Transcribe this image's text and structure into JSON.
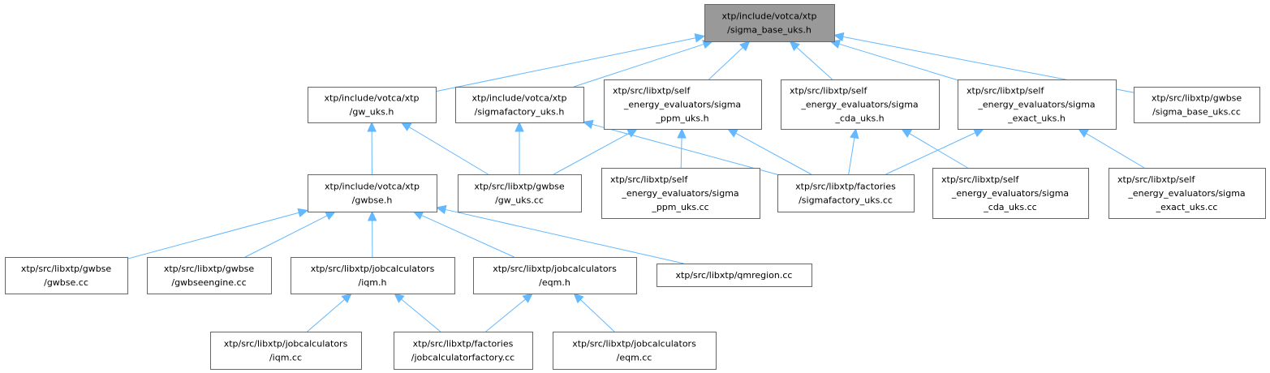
{
  "graph": {
    "title": "xtp/include/votca/xtp/sigma_base_uks.h",
    "edge_color": "#63b8ff",
    "root_fill": "#999999",
    "nodes": [
      {
        "id": "root",
        "lines": [
          "xtp/include/votca/xtp",
          "/sigma_base_uks.h"
        ]
      },
      {
        "id": "gw_uks_h",
        "lines": [
          "xtp/include/votca/xtp",
          "/gw_uks.h"
        ]
      },
      {
        "id": "sigmafactory_uks_h",
        "lines": [
          "xtp/include/votca/xtp",
          "/sigmafactory_uks.h"
        ]
      },
      {
        "id": "sigma_ppm_uks_h",
        "lines": [
          "xtp/src/libxtp/self",
          "_energy_evaluators/sigma",
          "_ppm_uks.h"
        ]
      },
      {
        "id": "sigma_cda_uks_h",
        "lines": [
          "xtp/src/libxtp/self",
          "_energy_evaluators/sigma",
          "_cda_uks.h"
        ]
      },
      {
        "id": "sigma_exact_uks_h",
        "lines": [
          "xtp/src/libxtp/self",
          "_energy_evaluators/sigma",
          "_exact_uks.h"
        ]
      },
      {
        "id": "sigma_base_uks_cc",
        "lines": [
          "xtp/src/libxtp/gwbse",
          "/sigma_base_uks.cc"
        ]
      },
      {
        "id": "gwbse_h",
        "lines": [
          "xtp/include/votca/xtp",
          "/gwbse.h"
        ]
      },
      {
        "id": "gw_uks_cc",
        "lines": [
          "xtp/src/libxtp/gwbse",
          "/gw_uks.cc"
        ]
      },
      {
        "id": "sigma_ppm_uks_cc",
        "lines": [
          "xtp/src/libxtp/self",
          "_energy_evaluators/sigma",
          "_ppm_uks.cc"
        ]
      },
      {
        "id": "sigmafactory_uks_cc",
        "lines": [
          "xtp/src/libxtp/factories",
          "/sigmafactory_uks.cc"
        ]
      },
      {
        "id": "sigma_cda_uks_cc",
        "lines": [
          "xtp/src/libxtp/self",
          "_energy_evaluators/sigma",
          "_cda_uks.cc"
        ]
      },
      {
        "id": "sigma_exact_uks_cc",
        "lines": [
          "xtp/src/libxtp/self",
          "_energy_evaluators/sigma",
          "_exact_uks.cc"
        ]
      },
      {
        "id": "gwbse_cc",
        "lines": [
          "xtp/src/libxtp/gwbse",
          "/gwbse.cc"
        ]
      },
      {
        "id": "gwbseengine_cc",
        "lines": [
          "xtp/src/libxtp/gwbse",
          "/gwbseengine.cc"
        ]
      },
      {
        "id": "iqm_h",
        "lines": [
          "xtp/src/libxtp/jobcalculators",
          "/iqm.h"
        ]
      },
      {
        "id": "eqm_h",
        "lines": [
          "xtp/src/libxtp/jobcalculators",
          "/eqm.h"
        ]
      },
      {
        "id": "qmregion_cc",
        "lines": [
          "xtp/src/libxtp/qmregion.cc"
        ]
      },
      {
        "id": "iqm_cc",
        "lines": [
          "xtp/src/libxtp/jobcalculators",
          "/iqm.cc"
        ]
      },
      {
        "id": "jobcalculatorfactory_cc",
        "lines": [
          "xtp/src/libxtp/factories",
          "/jobcalculatorfactory.cc"
        ]
      },
      {
        "id": "eqm_cc",
        "lines": [
          "xtp/src/libxtp/jobcalculators",
          "/eqm.cc"
        ]
      }
    ],
    "edges": [
      {
        "from": "gw_uks_h",
        "to": "root"
      },
      {
        "from": "sigmafactory_uks_h",
        "to": "root"
      },
      {
        "from": "sigma_ppm_uks_h",
        "to": "root"
      },
      {
        "from": "sigma_cda_uks_h",
        "to": "root"
      },
      {
        "from": "sigma_exact_uks_h",
        "to": "root"
      },
      {
        "from": "sigma_base_uks_cc",
        "to": "root"
      },
      {
        "from": "gwbse_h",
        "to": "gw_uks_h"
      },
      {
        "from": "gw_uks_cc",
        "to": "gw_uks_h"
      },
      {
        "from": "gw_uks_cc",
        "to": "sigmafactory_uks_h"
      },
      {
        "from": "sigmafactory_uks_cc",
        "to": "sigmafactory_uks_h"
      },
      {
        "from": "gw_uks_cc",
        "to": "sigma_ppm_uks_h"
      },
      {
        "from": "sigma_ppm_uks_cc",
        "to": "sigma_ppm_uks_h"
      },
      {
        "from": "sigmafactory_uks_cc",
        "to": "sigma_ppm_uks_h"
      },
      {
        "from": "sigmafactory_uks_cc",
        "to": "sigma_cda_uks_h"
      },
      {
        "from": "sigma_cda_uks_cc",
        "to": "sigma_cda_uks_h"
      },
      {
        "from": "sigmafactory_uks_cc",
        "to": "sigma_exact_uks_h"
      },
      {
        "from": "sigma_exact_uks_cc",
        "to": "sigma_exact_uks_h"
      },
      {
        "from": "gwbse_cc",
        "to": "gwbse_h"
      },
      {
        "from": "gwbseengine_cc",
        "to": "gwbse_h"
      },
      {
        "from": "iqm_h",
        "to": "gwbse_h"
      },
      {
        "from": "eqm_h",
        "to": "gwbse_h"
      },
      {
        "from": "qmregion_cc",
        "to": "gwbse_h"
      },
      {
        "from": "iqm_cc",
        "to": "iqm_h"
      },
      {
        "from": "jobcalculatorfactory_cc",
        "to": "iqm_h"
      },
      {
        "from": "jobcalculatorfactory_cc",
        "to": "eqm_h"
      },
      {
        "from": "eqm_cc",
        "to": "eqm_h"
      }
    ]
  }
}
